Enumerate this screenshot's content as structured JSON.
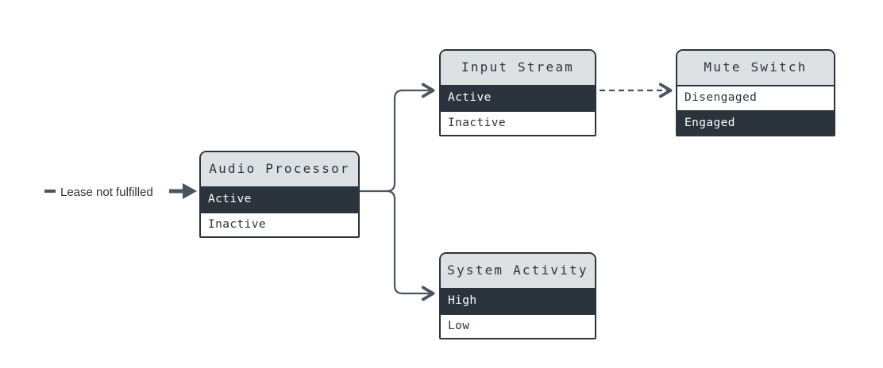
{
  "diagram": {
    "type": "state-transition-diagram",
    "background": "#ffffff",
    "colors": {
      "stroke": "#2b333c",
      "header_fill": "#dde1e4",
      "active_fill": "#2b333c",
      "active_text": "#ffffff",
      "inactive_fill": "#ffffff",
      "inactive_text": "#2b333c",
      "edge": "#4a5560"
    },
    "entry": {
      "label": "Lease not fulfilled",
      "stub_icon": "dash-icon",
      "arrow_icon": "solid-arrow-right-icon"
    },
    "nodes": [
      {
        "id": "audio-processor",
        "title": "Audio Processor",
        "rows": [
          {
            "label": "Active",
            "selected": true
          },
          {
            "label": "Inactive",
            "selected": false
          }
        ]
      },
      {
        "id": "input-stream",
        "title": "Input Stream",
        "rows": [
          {
            "label": "Active",
            "selected": true
          },
          {
            "label": "Inactive",
            "selected": false
          }
        ]
      },
      {
        "id": "mute-switch",
        "title": "Mute Switch",
        "rows": [
          {
            "label": "Disengaged",
            "selected": false
          },
          {
            "label": "Engaged",
            "selected": true
          }
        ]
      },
      {
        "id": "system-activity",
        "title": "System Activity",
        "rows": [
          {
            "label": "High",
            "selected": true
          },
          {
            "label": "Low",
            "selected": false
          }
        ]
      }
    ],
    "edges": [
      {
        "from": "audio-processor.Active",
        "to": "input-stream.Active",
        "style": "solid",
        "arrow": "open-arrow-right-icon"
      },
      {
        "from": "audio-processor.Active",
        "to": "system-activity.High",
        "style": "solid",
        "arrow": "open-arrow-right-icon"
      },
      {
        "from": "input-stream.Active",
        "to": "mute-switch.Disengaged",
        "style": "dashed",
        "arrow": "open-arrow-right-icon"
      }
    ]
  }
}
